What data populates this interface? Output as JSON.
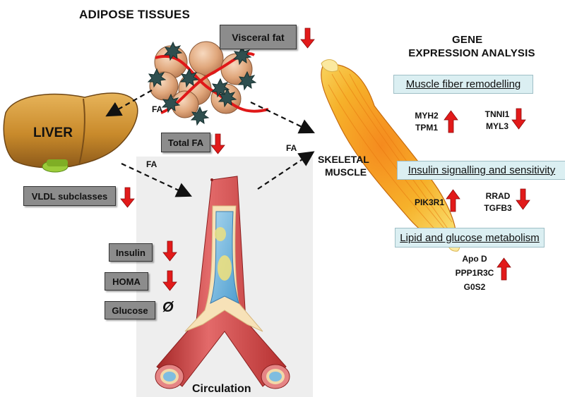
{
  "adipose": {
    "title": "ADIPOSE TISSUES",
    "visceral_fat": "Visceral fat"
  },
  "gene_expression": {
    "title_line1": "GENE",
    "title_line2": "EXPRESSION ANALYSIS"
  },
  "liver": {
    "label": "LIVER",
    "vldl": "VLDL subclasses"
  },
  "fa_labels": {
    "fa_adipose_liver": "FA",
    "fa_liver_circ": "FA",
    "fa_circ_muscle": "FA"
  },
  "total_fa": "Total FA",
  "muscle": {
    "label_line1": "SKELETAL",
    "label_line2": "MUSCLE"
  },
  "circulation": {
    "label": "Circulation",
    "insulin": "Insulin",
    "homa": "HOMA",
    "glucose": "Glucose",
    "glucose_symbol": "Ø"
  },
  "categories": {
    "muscle_fiber": {
      "title": "Muscle fiber remodelling",
      "up_genes": [
        "MYH2",
        "TPM1"
      ],
      "down_genes": [
        "TNNI1",
        "MYL3"
      ]
    },
    "insulin_signalling": {
      "title": "Insulin signalling and sensitivity",
      "up_genes": [
        "PIK3R1"
      ],
      "down_genes": [
        "RRAD",
        "TGFB3"
      ]
    },
    "lipid_glucose": {
      "title": "Lipid and glucose metabolism",
      "up_genes": [
        "Apo D",
        "PPP1R3C",
        "G0S2"
      ]
    }
  },
  "colors": {
    "arrow_red": "#e21a1a",
    "box_gray": "#8c8c8c",
    "box_cyan": "#dbeff2",
    "circ_panel": "#eeeeee"
  }
}
